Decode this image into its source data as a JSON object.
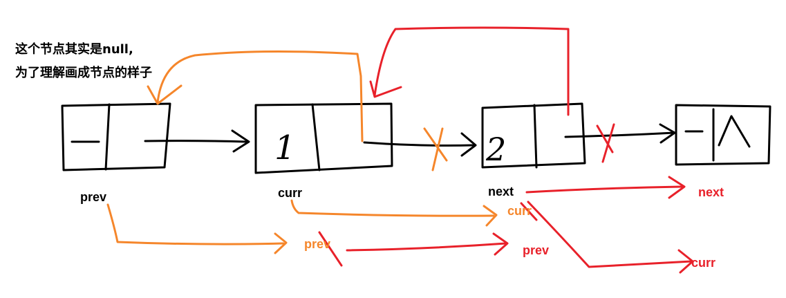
{
  "note": {
    "line1": "这个节点其实是null,",
    "line2": "为了理解画成节点的样子"
  },
  "nodes": [
    {
      "value": "-"
    },
    {
      "value": "1"
    },
    {
      "value": "2"
    },
    {
      "value": "-|\\"
    }
  ],
  "labels": {
    "prev_black": "prev",
    "curr_black": "curr",
    "next_black": "next",
    "curr_orange": "curr",
    "prev_orange": "prev",
    "prev_red": "prev",
    "next_red": "next",
    "curr_red": "curr"
  },
  "colors": {
    "ink": "#000000",
    "orange": "#f5862b",
    "red": "#e8212a"
  }
}
